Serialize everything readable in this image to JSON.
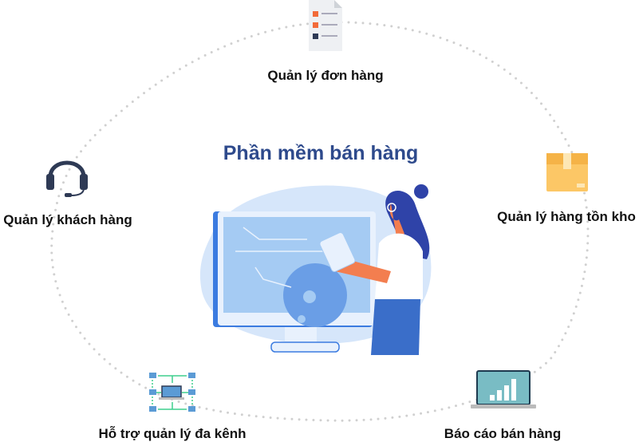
{
  "title": "Phần mềm bán hàng",
  "features": [
    {
      "label": "Quản lý đơn hàng",
      "icon": "checklist-icon"
    },
    {
      "label": "Quản lý khách hàng",
      "icon": "headset-icon"
    },
    {
      "label": "Quản lý hàng tồn kho",
      "icon": "box-icon"
    },
    {
      "label": "Hỗ trợ quản lý đa kênh",
      "icon": "network-icon"
    },
    {
      "label": "Báo cáo bán hàng",
      "icon": "chart-laptop-icon"
    }
  ],
  "colors": {
    "title": "#2e4a8c",
    "accent": "#3b7be0",
    "dots": "#d0d0d0"
  }
}
